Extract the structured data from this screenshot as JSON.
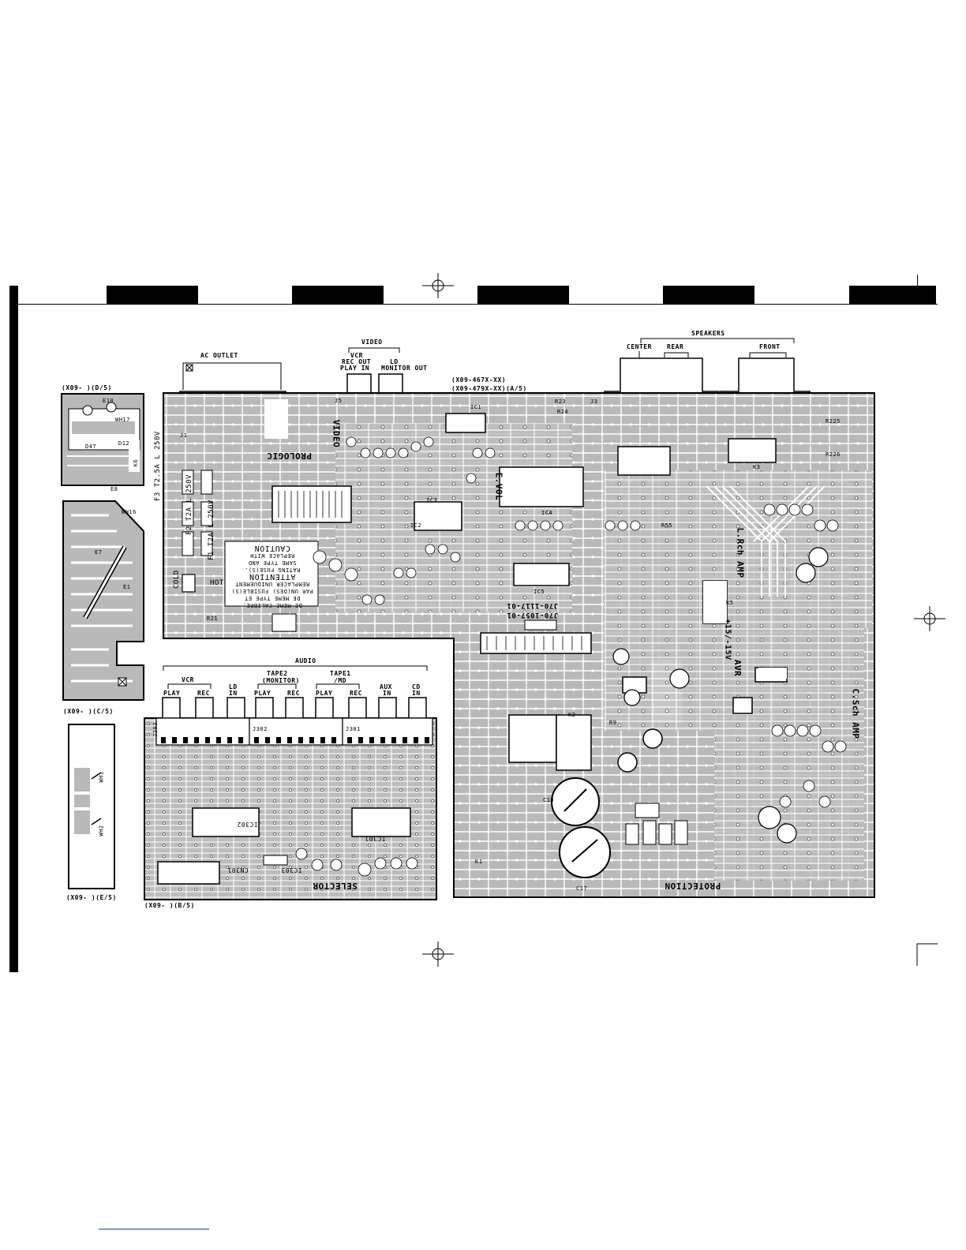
{
  "labels": {
    "ac_outlet": "AC OUTLET",
    "video": "VIDEO",
    "vcr_rec_out_line1": "VCR",
    "vcr_rec_out_line2": "REC OUT",
    "vcr_rec_out_line3": "PLAY IN",
    "ld_monitor_line1": "LD",
    "ld_monitor_line2": "MONITOR OUT",
    "model_line1": "(X09-467X-XX)",
    "model_line2": "(X09-479X-XX)(A/5)",
    "speakers": "SPEAKERS",
    "center": "CENTER",
    "rear": "REAR",
    "front": "FRONT",
    "board_d": "(X09- )(D/5)",
    "board_c": "(X09- )(C/5)",
    "board_e": "(X09- )(E/5)",
    "board_b": "(X09- )(B/5)",
    "audio": "AUDIO",
    "vcr": "VCR",
    "tape2_line1": "TAPE2",
    "tape2_line2": "(MONITOR)",
    "tape1_line1": "TAPE1",
    "tape1_line2": "/MD",
    "play": "PLAY",
    "rec": "REC",
    "ld_in_line1": "LD",
    "ld_in_line2": "IN",
    "aux_in_line1": "AUX",
    "aux_in_line2": "IN",
    "cd_in_line1": "CD",
    "cd_in_line2": "IN"
  },
  "board_text": {
    "prologic": "PROLOGIC",
    "video_sel": "VIDEO",
    "e_vol": "E.VOL",
    "lrch_amp": "L.Rch AMP",
    "csch_amp": "C.Sch AMP",
    "avr": "AVR",
    "protection": "PROTECTION",
    "selector": "SELECTOR",
    "j70_a": "J70-1117-01",
    "j70_b": "J70-1057-01",
    "caution_1": "CAUTION",
    "caution_2": "REPLACE WITH",
    "caution_3": "SAME TYPE AND",
    "caution_4": "RATING FUSE(S).",
    "attention_1": "ATTENTION",
    "attention_2": "REMPLACER UNIQUEMENT",
    "attention_3": "PAR UN(DES) FUSIBLE(S)",
    "attention_4": "DE MEME TYPE ET",
    "attention_5": "DE MEME CALIBRE.",
    "fuse_f3": "F3 T2.5A L 250V",
    "fuse_f2": "F2 T2A L 250V",
    "fuse_f1": "F1 T2A L 250V",
    "cold": "COLD",
    "hot": "HOT",
    "volt_avr": "+15/-15V",
    "ic1": "IC1",
    "ic2": "IC2",
    "ic3": "IC3",
    "ic4": "IC4",
    "ic5": "IC5",
    "ic301": "IC301",
    "ic302": "IC302",
    "ic303": "IC303",
    "cn301": "CN301",
    "c17": "C17",
    "c18": "C18",
    "j303": "J303",
    "j302": "J302",
    "j301": "J301",
    "j5": "J5",
    "j3": "J3",
    "j1": "J1",
    "k1": "K1",
    "k2": "K2",
    "k3": "K3",
    "k5": "K5",
    "k6": "K6",
    "wh1": "WH1",
    "wh2": "WH2",
    "wh16": "WH16",
    "wh17": "WH17",
    "e1": "E1",
    "e7": "E7",
    "e8": "E8",
    "e10": "E10",
    "d12": "D12",
    "d47": "D47",
    "r23": "R23",
    "r24": "R24",
    "r55": "R55",
    "r21": "R21",
    "r9": "R9",
    "r225": "R225",
    "r226": "R226"
  },
  "colors": {
    "board_gray": "#b9b9b9",
    "ink": "#000000",
    "paper": "#ffffff"
  }
}
